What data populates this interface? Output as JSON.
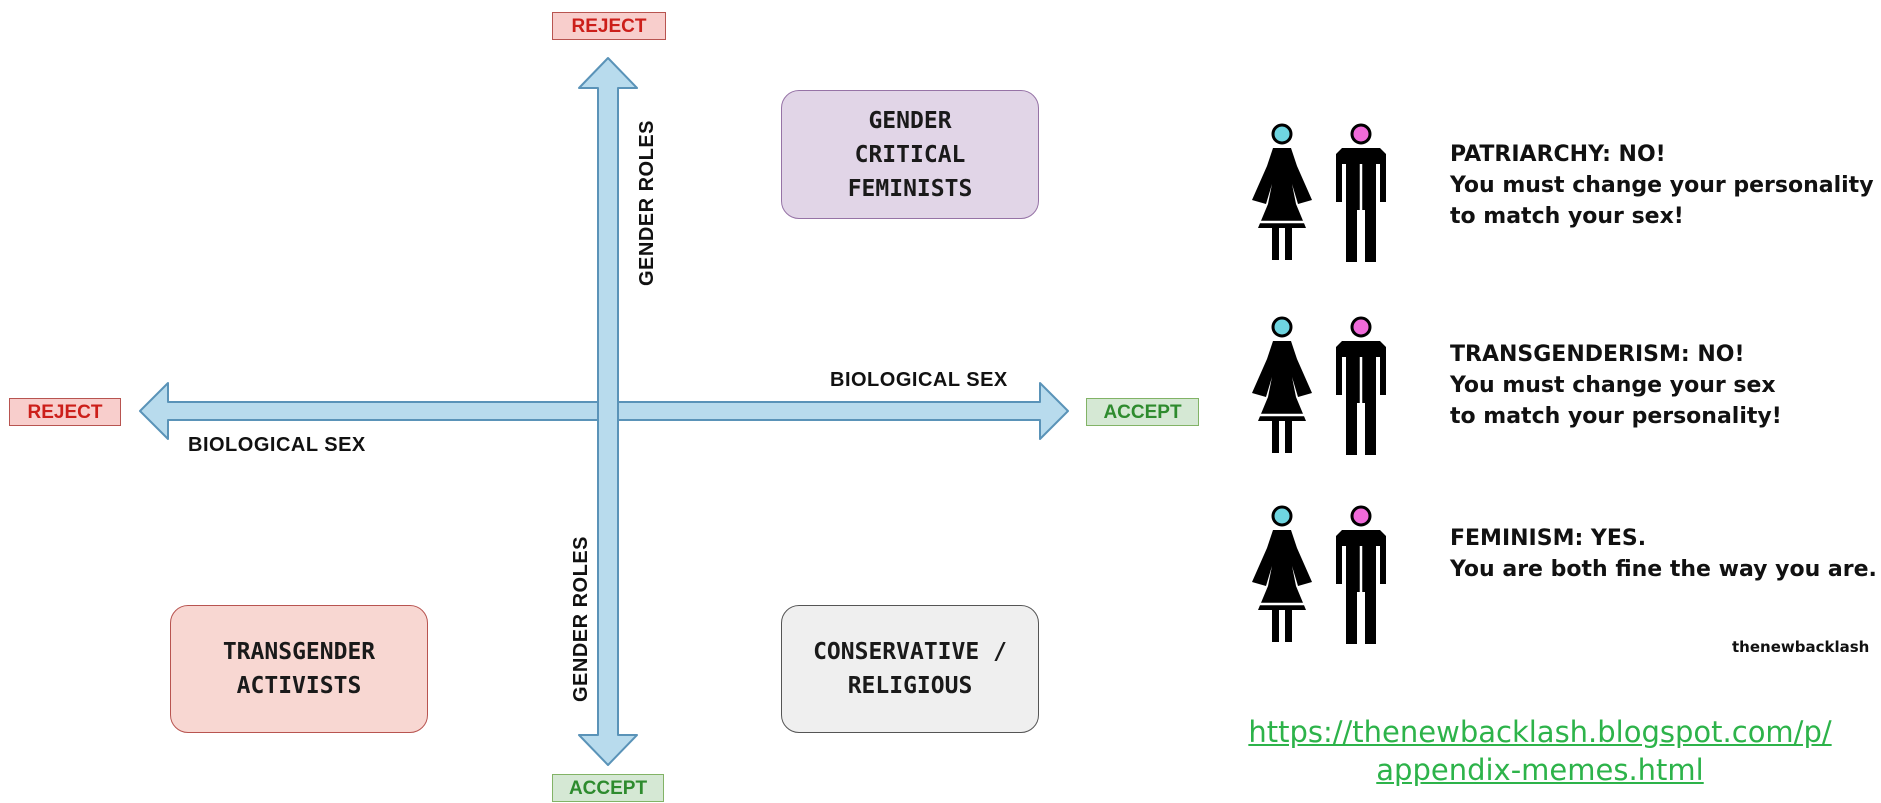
{
  "tags": {
    "top_reject": "REJECT",
    "left_reject": "REJECT",
    "right_accept": "ACCEPT",
    "bottom_accept": "ACCEPT"
  },
  "axes": {
    "horizontal_label_right": "BIOLOGICAL SEX",
    "horizontal_label_left": "BIOLOGICAL SEX",
    "vertical_label_top": "GENDER ROLES",
    "vertical_label_bottom": "GENDER ROLES"
  },
  "quadrants": {
    "gender_critical": "GENDER\nCRITICAL\nFEMINISTS",
    "transgender": "TRANSGENDER\nACTIVISTS",
    "conservative": "CONSERVATIVE /\nRELIGIOUS"
  },
  "memes": [
    {
      "heading": "PATRIARCHY: NO!",
      "line1": "You must change your personality",
      "line2": "to match your sex!"
    },
    {
      "heading": "TRANSGENDERISM: NO!",
      "line1": "You must change your sex",
      "line2": "to match your personality!"
    },
    {
      "heading": "FEMINISM: YES.",
      "line1": "You are both fine the way you are.",
      "line2": ""
    }
  ],
  "credit": "thenewbacklash",
  "link": {
    "line1": "https://thenewbacklash.blogspot.com/p/",
    "line2": "appendix-memes.html"
  },
  "colors": {
    "arrow_fill": "#b8dbed",
    "arrow_stroke": "#5a93b8",
    "reject": "#cc1f1a",
    "accept": "#2e8b2e",
    "gender_critical_fill": "#e1d5e7",
    "transgender_fill": "#f8d7d2",
    "conservative_fill": "#efefef",
    "head_cyan": "#6fd5e0",
    "head_pink": "#f06ad9",
    "link": "#2db34a"
  }
}
